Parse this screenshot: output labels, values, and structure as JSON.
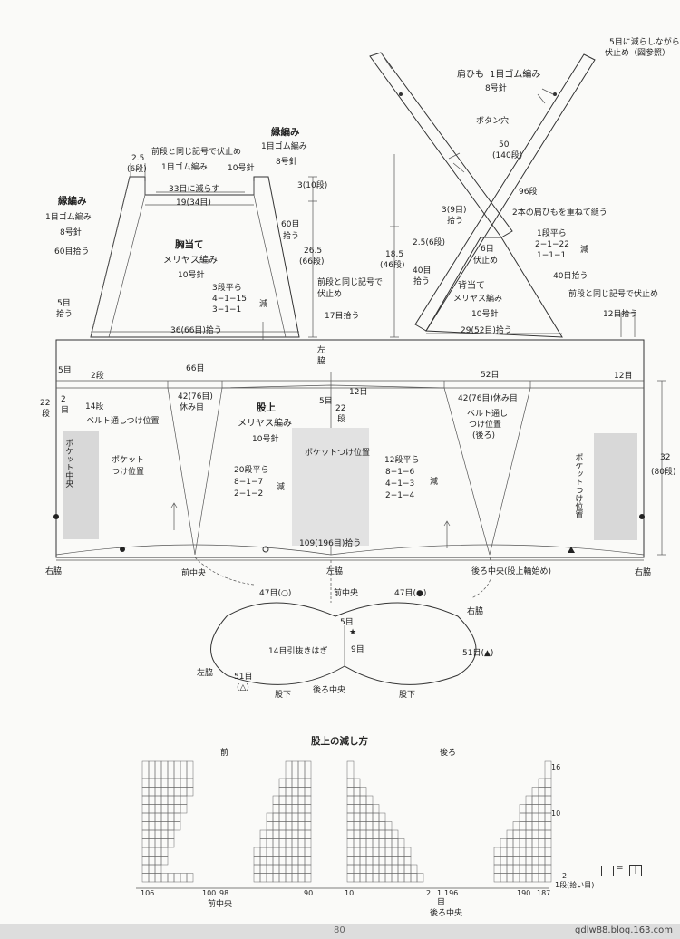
{
  "top_right_note": [
    "5目に減らしながら",
    "伏止め（図参照）"
  ],
  "bib": {
    "title": "胸当て",
    "stitch": "メリヤス編み",
    "needle": "10号針",
    "edge_title": "縁編み",
    "edge_stitch": "1目ゴム編み",
    "edge_needle": "8号針",
    "edge_left_title": "縁編み",
    "edge_left_stitch": "1目ゴム編み",
    "edge_left_needle": "8号針",
    "top_note": "前段と同じ記号で伏止め",
    "top_rib": "1目ゴム編み",
    "top_rib_needle": "10号針",
    "top_w": "2.5",
    "top_w_rows": "(6段)",
    "decrease_to": "33目に減らす",
    "width_top": "19(34目)",
    "height": "26.5",
    "height_rows": "(66段)",
    "rib_h": "3(10段)",
    "pick_left": "60目拾う",
    "pick_right": "60目",
    "pick_right2": "拾う",
    "dec_head": "3段平ら",
    "dec_1": "4−1−15",
    "dec_2": "3−1−1",
    "dec_label": "減",
    "bottom": "36(66目)拾う",
    "right_note": "前段と同じ記号で",
    "right_note2": "伏止め",
    "pick_17": "17目拾う",
    "pick_5": "5目",
    "pick_5b": "拾う",
    "h_18": "18.5",
    "h_18_rows": "(46段)"
  },
  "straps": {
    "title": "肩ひも",
    "stitch": "1目ゴム編み",
    "needle": "8号針",
    "buttonhole": "ボタン穴",
    "length": "50",
    "length_rows": "(140段)",
    "rows_96": "96段",
    "rows_3": "3(9目)",
    "pick_3": "拾う",
    "overlap": "2本の肩ひもを重ねて縫う",
    "w_25": "2.5(6段)",
    "pick_6": "6目",
    "pick_6b": "伏止め",
    "pick_40": "40目",
    "pick_40b": "拾う",
    "dec_head": "1段平ら",
    "dec_1": "2−1−22",
    "dec_2": "1−1−1",
    "dec_label": "減",
    "pick_40r": "40目拾う",
    "right_note": "前段と同じ記号で伏止め"
  },
  "back": {
    "title": "背当て",
    "stitch": "メリヤス編み",
    "needle": "10号針",
    "bottom": "29(52目)拾う",
    "pick_12": "12目拾う"
  },
  "body": {
    "title": "股上",
    "stitch": "メリヤス編み",
    "needle": "10号針",
    "st_66": "66目",
    "st_52": "52目",
    "st_12": "12目",
    "st_12b": "12目",
    "st_5": "5目",
    "st_5b": "5目",
    "rows_2": "2段",
    "rows_2b": "2",
    "rows_2c": "目",
    "rows_14": "14段",
    "rows_22": "22",
    "rows_22b": "段",
    "rows_22c": "22",
    "rows_22d": "段",
    "hold_left": "42(76目)",
    "hold_left2": "休み目",
    "hold_right": "42(76目)休み目",
    "belt_left": "ベルト通しつけ位置",
    "belt_right": "ベルト通し",
    "belt_right2": "つけ位置",
    "belt_right3": "(後ろ)",
    "pocket_center": "ポケット中央",
    "pocket_pos1": "ポケット",
    "pocket_pos2": "つけ位置",
    "pocket_mid": "ポケットつけ位置",
    "pocket_right": "ポケットつけ位置",
    "side_left": "左",
    "side_left2": "脇",
    "dec_l_head": "20段平ら",
    "dec_l_1": "8−1−7",
    "dec_l_2": "2−1−2",
    "dec_l_label": "減",
    "dec_r_head": "12段平ら",
    "dec_r_1": "8−1−6",
    "dec_r_2": "4−1−3",
    "dec_r_3": "2−1−4",
    "dec_r_label": "減",
    "bottom": "109(196目)拾う",
    "height": "32",
    "height_rows": "(80段)",
    "right_side": "右脇",
    "left_side": "左脇",
    "front_center": "前中央",
    "left_center": "左脇",
    "back_center": "後ろ中央(股上輪始め)",
    "right_side2": "右脇"
  },
  "crotch": {
    "st_47a": "47目(○)",
    "front_center": "前中央",
    "st_47b": "47目(●)",
    "right_side": "右脇",
    "st_5": "5目",
    "star": "★",
    "st_9": "9目",
    "pickup": "14目引抜きはぎ",
    "st_51a": "51目(▲)",
    "left_side": "左脇",
    "st_51b": "51目",
    "st_51b2": "(△)",
    "leg_l": "股下",
    "back_center": "後ろ中央",
    "leg_r": "股下"
  },
  "chart": {
    "title": "股上の減し方",
    "front": "前",
    "back": "後ろ",
    "n106": "106",
    "n100": "100",
    "n98": "98",
    "n90": "90",
    "n10": "10",
    "n2": "2",
    "n1": "1",
    "n196": "196",
    "n190": "190",
    "n187": "187",
    "front_center": "前中央",
    "back_center": "後ろ中央",
    "stitch": "目",
    "r16": "16",
    "r10": "10",
    "r2": "2",
    "r1": "1段(拾い目)",
    "legend_eq": "=",
    "legend_sym": "|"
  },
  "page_number": "80",
  "blog": "gdlw88.blog.163.com"
}
